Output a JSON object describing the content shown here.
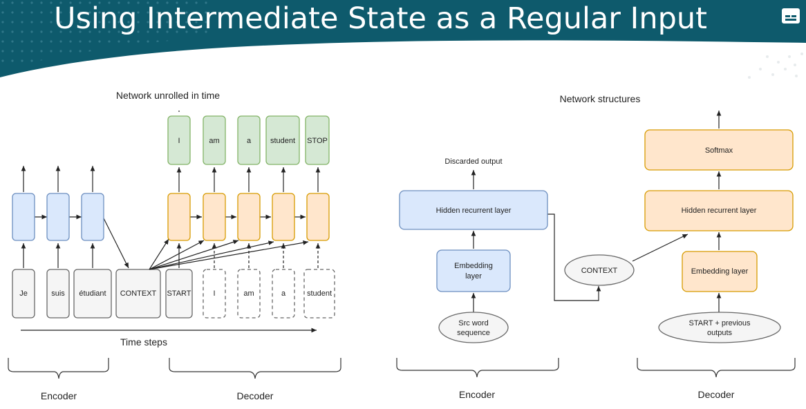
{
  "slide": {
    "title": "Using Intermediate State as a Regular Input",
    "caption_icon": "closed-captions-icon",
    "colors": {
      "header": "#0e5a6c",
      "blue_fill": "#dae8fc",
      "blue_stroke": "#6c8ebf",
      "orange_fill": "#ffe6cc",
      "orange_stroke": "#d79b00",
      "green_fill": "#d5e8d4",
      "green_stroke": "#82b366",
      "gray_fill": "#f5f5f5",
      "gray_stroke": "#666666"
    }
  },
  "left": {
    "title": "Network unrolled in time",
    "encoder_inputs": [
      "Je",
      "suis",
      "étudiant"
    ],
    "context": "CONTEXT",
    "start": "START",
    "decoder_inputs": [
      "I",
      "am",
      "a",
      "student"
    ],
    "outputs": [
      "I",
      "am",
      "a",
      "student",
      "STOP"
    ],
    "time_label": "Time steps",
    "encoder_label": "Encoder",
    "decoder_label": "Decoder"
  },
  "right": {
    "title": "Network structures",
    "discarded": "Discarded output",
    "enc_hidden": "Hidden recurrent layer",
    "enc_embedding_1": "Embedding",
    "enc_embedding_2": "layer",
    "src_1": "Src word",
    "src_2": "sequence",
    "context": "CONTEXT",
    "softmax": "Softmax",
    "dec_hidden": "Hidden recurrent layer",
    "dec_embedding": "Embedding layer",
    "start_1": "START + previous",
    "start_2": "outputs",
    "encoder_label": "Encoder",
    "decoder_label": "Decoder"
  }
}
